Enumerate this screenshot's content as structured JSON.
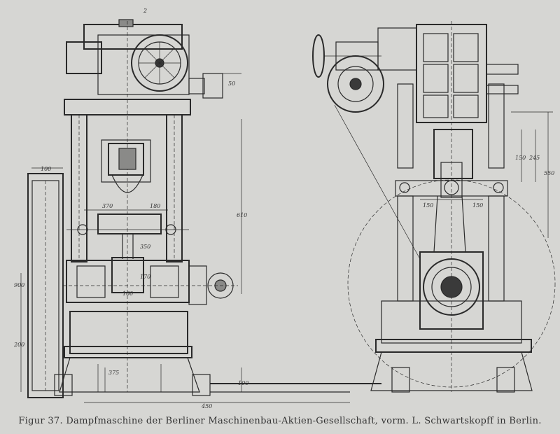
{
  "caption": "Figur 37.  Dampfmaschine der Berliner Maschinenbau-Aktien-Gesellschaft, vorm. L. Schwartskopff in Berlin.",
  "dimensions": {
    "left_view": {
      "d100": "100",
      "d900": "900",
      "d370": "370",
      "d180": "180",
      "d610": "610",
      "d2": "2",
      "d50": "50",
      "d200": "200",
      "d350": "350",
      "d375": "375",
      "d170": "170",
      "d450": "450",
      "d100b": "100",
      "d160": "160"
    },
    "right_view": {
      "d150a": "150",
      "d245": "245",
      "d550": "550",
      "d150b": "150",
      "d150c": "150"
    }
  }
}
